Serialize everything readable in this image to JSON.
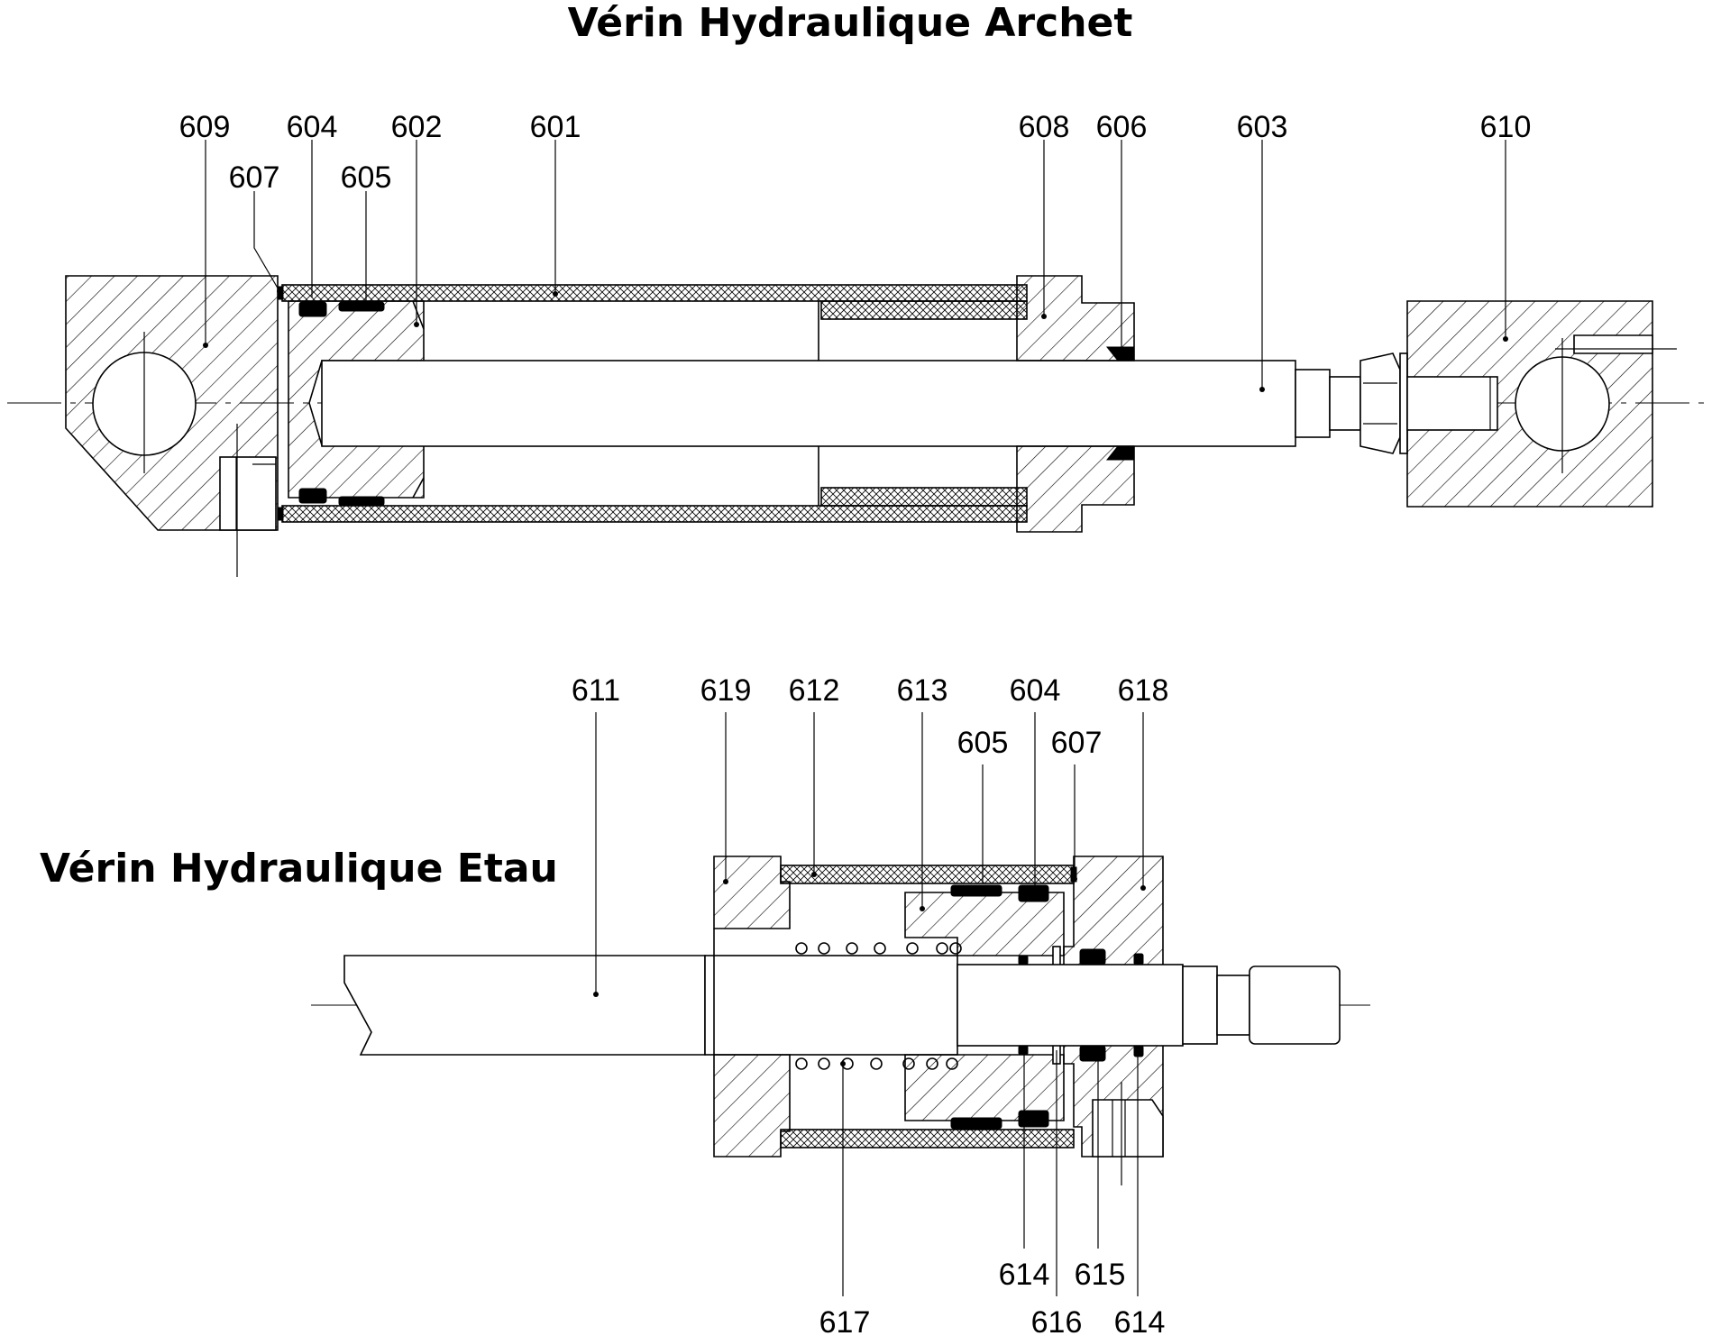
{
  "titles": {
    "top": "Vérin Hydraulique Archet",
    "bottom": "Vérin Hydraulique Etau"
  },
  "top_labels": {
    "l609": "609",
    "l604": "604",
    "l602": "602",
    "l601": "601",
    "l607": "607",
    "l605": "605",
    "l608": "608",
    "l606": "606",
    "l603": "603",
    "l610": "610"
  },
  "bottom_labels": {
    "l611": "611",
    "l619": "619",
    "l612": "612",
    "l613": "613",
    "l604": "604",
    "l618": "618",
    "l605": "605",
    "l607": "607",
    "l614a": "614",
    "l615": "615",
    "l617": "617",
    "l616": "616",
    "l614b": "614"
  }
}
